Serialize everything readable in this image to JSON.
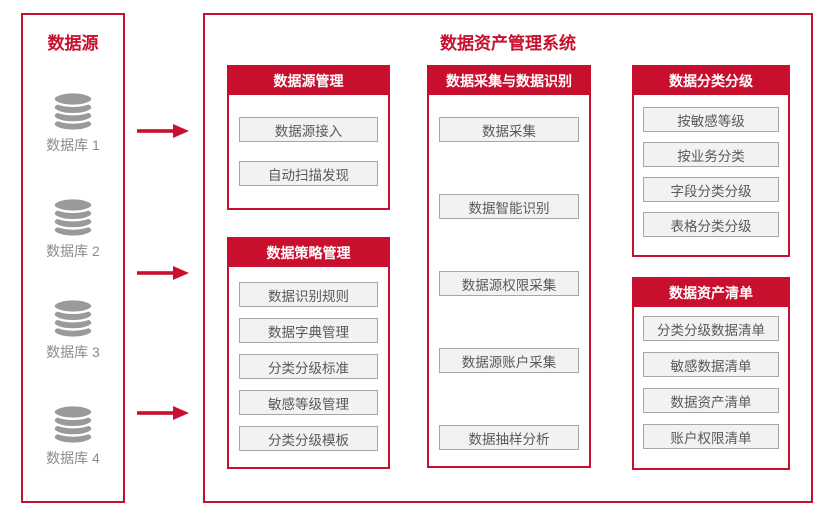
{
  "colors": {
    "red": "#C8102E",
    "button_bg": "#F2F2F2",
    "button_border": "#A6A6A6",
    "button_text": "#595959",
    "icon_gray": "#9A9A9A",
    "label_gray": "#8C8C8C"
  },
  "source_panel": {
    "title": "数据源",
    "databases": [
      {
        "label": "数据库 1"
      },
      {
        "label": "数据库 2"
      },
      {
        "label": "数据库 3"
      },
      {
        "label": "数据库 4"
      }
    ]
  },
  "system_panel": {
    "title": "数据资产管理系统",
    "boxes": [
      {
        "title": "数据源管理",
        "items": [
          "数据源接入",
          "自动扫描发现"
        ]
      },
      {
        "title": "数据策略管理",
        "items": [
          "数据识别规则",
          "数据字典管理",
          "分类分级标准",
          "敏感等级管理",
          "分类分级模板"
        ]
      },
      {
        "title": "数据采集与数据识别",
        "items": [
          "数据采集",
          "数据智能识别",
          "数据源权限采集",
          "数据源账户采集",
          "数据抽样分析"
        ]
      },
      {
        "title": "数据分类分级",
        "items": [
          "按敏感等级",
          "按业务分类",
          "字段分类分级",
          "表格分类分级"
        ]
      },
      {
        "title": "数据资产清单",
        "items": [
          "分类分级数据清单",
          "敏感数据清单",
          "数据资产清单",
          "账户权限清单"
        ]
      }
    ]
  }
}
